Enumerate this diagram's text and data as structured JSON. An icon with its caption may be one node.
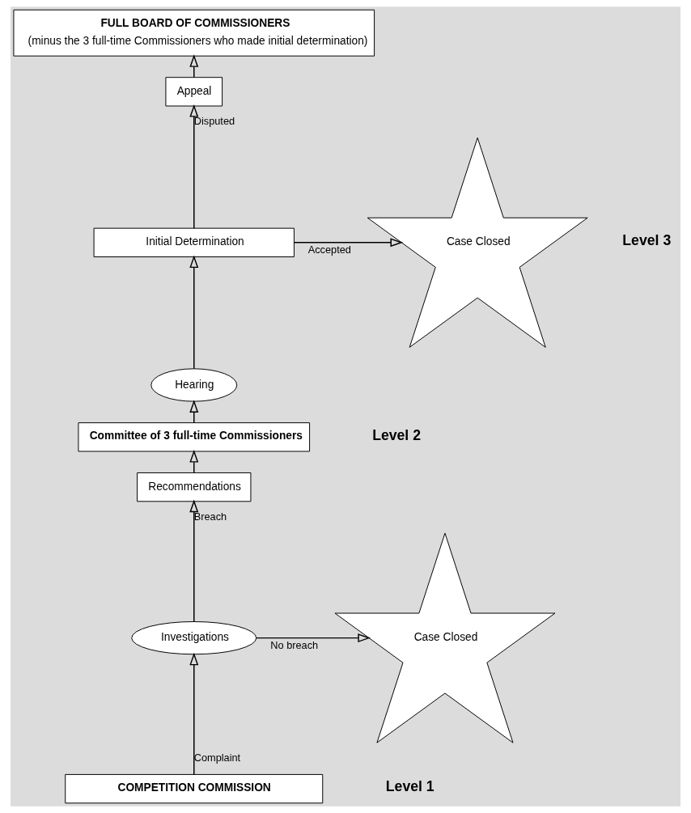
{
  "diagram": {
    "nodes": [
      {
        "text": [
          "FULL BOARD OF COMMISSIONERS",
          "(minus the 3 full-time Commissioners who made initial determination)"
        ]
      },
      {
        "text": [
          "Appeal"
        ]
      },
      {
        "text": [
          "Initial Determination"
        ]
      },
      {
        "text": [
          "Case Closed"
        ]
      },
      {
        "text": [
          "Hearing"
        ]
      },
      {
        "text": [
          "Committee of 3 full-time Commissioners"
        ]
      },
      {
        "text": [
          "Recommendations"
        ]
      },
      {
        "text": [
          "Investigations"
        ]
      },
      {
        "text": [
          "Case Closed"
        ]
      },
      {
        "text": [
          "COMPETITION COMMISSION"
        ]
      }
    ],
    "edges": [
      {
        "from": 9,
        "to": 7,
        "arrow": "to",
        "label": "Complaint"
      },
      {
        "from": 7,
        "to": 8,
        "arrow": "to",
        "label": "No breach"
      },
      {
        "from": 7,
        "to": 6,
        "arrow": "to",
        "label": "Breach"
      },
      {
        "from": 6,
        "to": 5,
        "arrow": "to"
      },
      {
        "from": 5,
        "to": 4,
        "arrow": "to"
      },
      {
        "from": 4,
        "to": 2,
        "arrow": "to"
      },
      {
        "from": 2,
        "to": 3,
        "arrow": "to",
        "label": "Accepted"
      },
      {
        "from": 2,
        "to": 1,
        "arrow": "to",
        "label": "Disputed"
      },
      {
        "from": 1,
        "to": 0,
        "arrow": "to"
      }
    ],
    "labels": [
      "Level 3",
      "Level 2",
      "Level 1"
    ]
  }
}
